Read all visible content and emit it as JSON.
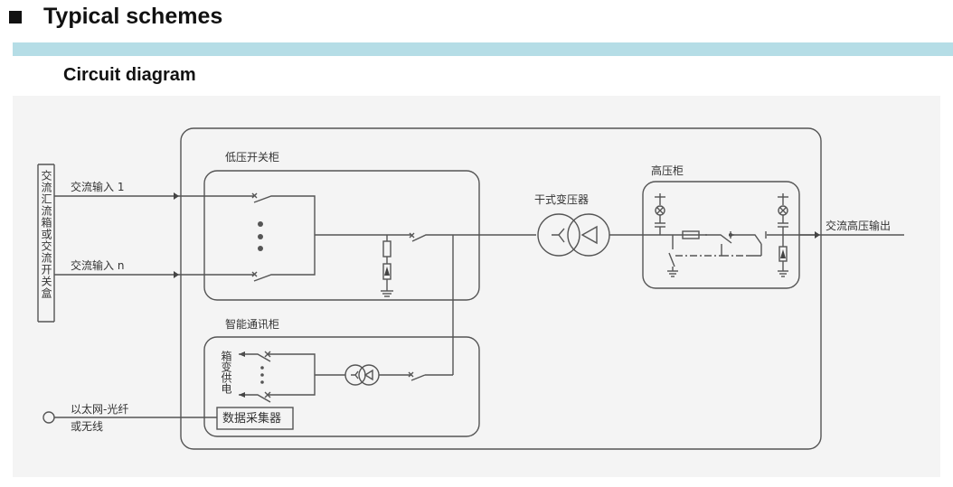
{
  "header": {
    "title": "Typical schemes",
    "subtitle": "Circuit diagram"
  },
  "colors": {
    "accent_bar": "#b5dde6",
    "panel_bg": "#f4f4f4",
    "line": "#555555"
  },
  "diagram": {
    "combiner_box_label": "交流汇流箱或交流开关盒",
    "ac_input_1": "交流输入 1",
    "ac_input_n": "交流输入 n",
    "lv_cabinet": "低压开关柜",
    "transformer": "干式变压器",
    "hv_cabinet": "高压柜",
    "ac_hv_output": "交流高压输出",
    "comm_cabinet": "智能通讯柜",
    "box_power_supply": "箱变供电",
    "data_collector": "数据采集器",
    "network_line1": "以太网-光纤",
    "network_line2": "或无线"
  }
}
